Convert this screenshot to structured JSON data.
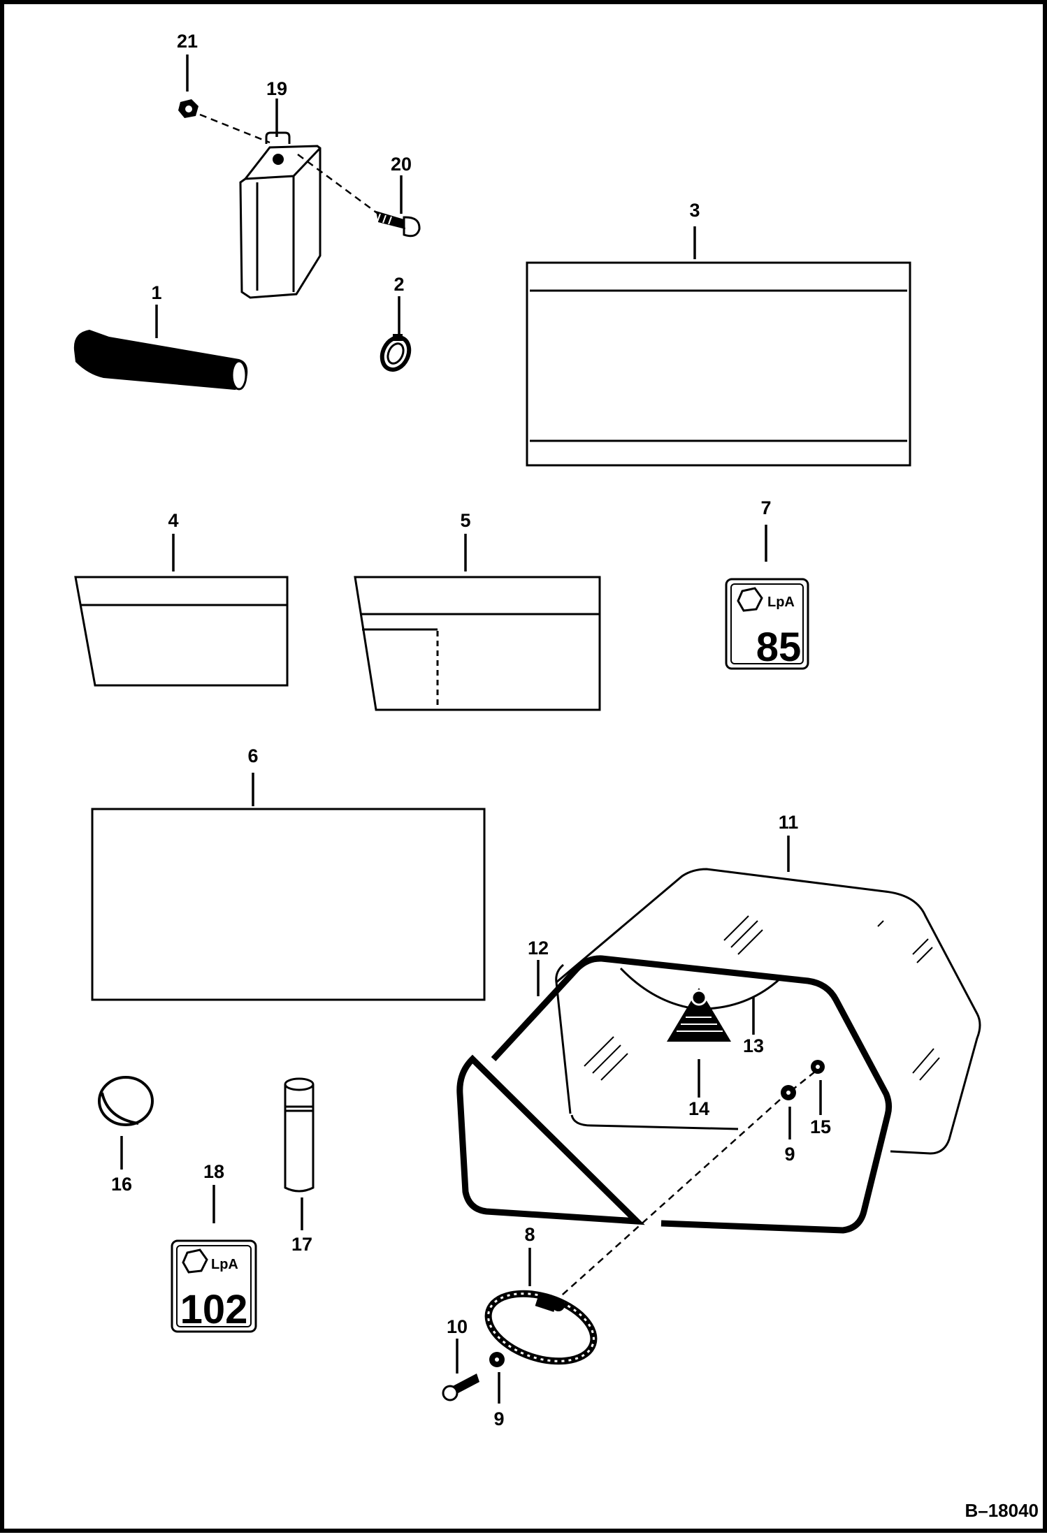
{
  "diagram": {
    "reference_code": "B–18040",
    "callouts": {
      "c1": "1",
      "c2": "2",
      "c3": "3",
      "c4": "4",
      "c5": "5",
      "c6": "6",
      "c7": "7",
      "c8": "8",
      "c9a": "9",
      "c9b": "9",
      "c10": "10",
      "c11": "11",
      "c12": "12",
      "c13": "13",
      "c14": "14",
      "c15": "15",
      "c16": "16",
      "c17": "17",
      "c18": "18",
      "c19": "19",
      "c20": "20",
      "c21": "21"
    },
    "decals": {
      "decal_7": {
        "value": "85",
        "unit": "LpA"
      },
      "decal_18": {
        "value": "102",
        "unit": "LpA"
      }
    }
  }
}
